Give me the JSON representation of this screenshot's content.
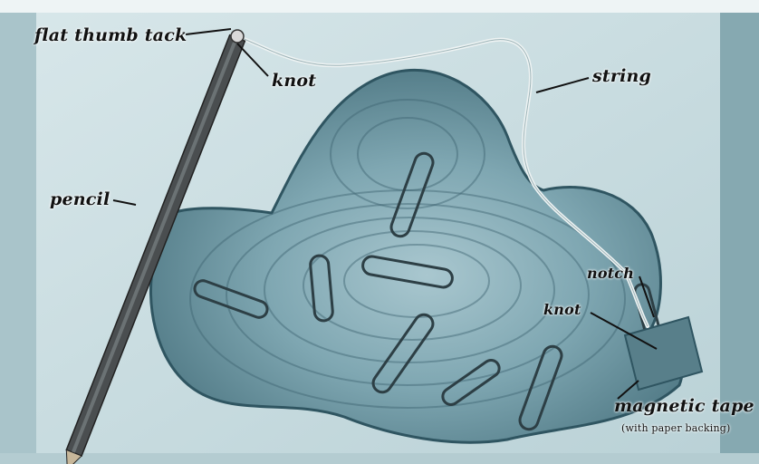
{
  "labels": {
    "flat_thumb_tack": "flat thumb tack",
    "knot_top": "knot",
    "string": "string",
    "pencil": "pencil",
    "notch": "notch",
    "knot_lower": "knot",
    "magnetic_tape": "magnetic tape",
    "paper_backing": "(with paper backing)"
  },
  "colors": {
    "background_paper": "#c9dce0",
    "shape_blue": "#6f9aa6",
    "shape_dark": "#3e6470",
    "pencil": "#4a4e50",
    "frame_right": "#8fb1b8"
  }
}
